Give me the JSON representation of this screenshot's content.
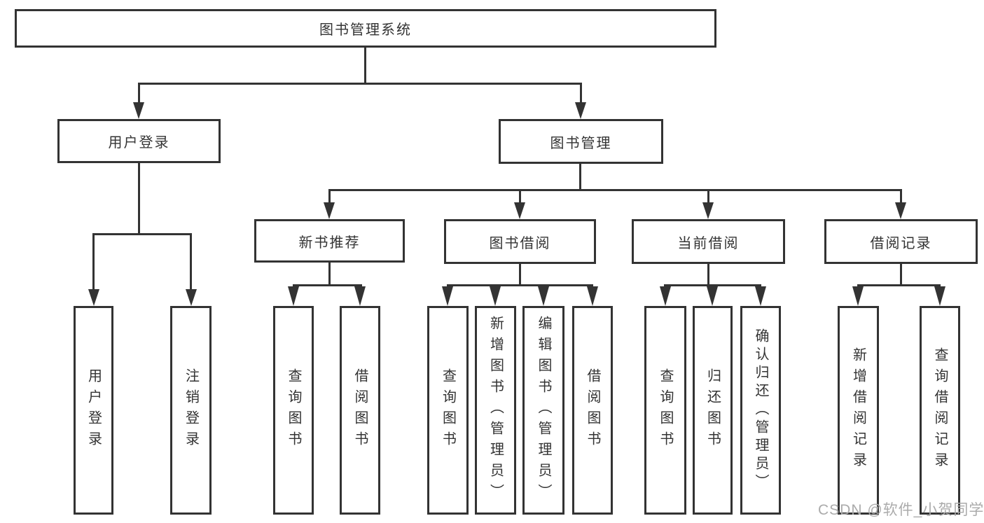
{
  "diagram_type": "hierarchy-tree",
  "palette": {
    "line": "#333333",
    "text": "#333333",
    "background": "#ffffff",
    "watermark_gray": "#ababab"
  },
  "tree": {
    "root": {
      "label": "图书管理系统"
    },
    "login": {
      "label": "用户登录",
      "children": [
        {
          "label": "用户登录"
        },
        {
          "label": "注销登录"
        }
      ]
    },
    "management": {
      "label": "图书管理",
      "sections": [
        {
          "label": "新书推荐",
          "children": [
            {
              "label": "查询图书"
            },
            {
              "label": "借阅图书"
            }
          ]
        },
        {
          "label": "图书借阅",
          "children": [
            {
              "label": "查询图书"
            },
            {
              "label": "新增图书（管理员）"
            },
            {
              "label": "编辑图书（管理员）"
            },
            {
              "label": "借阅图书"
            }
          ]
        },
        {
          "label": "当前借阅",
          "children": [
            {
              "label": "查询图书"
            },
            {
              "label": "归还图书"
            },
            {
              "label": "确认归还（管理员）"
            }
          ]
        },
        {
          "label": "借阅记录",
          "children": [
            {
              "label": "新增借阅记录"
            },
            {
              "label": "查询借阅记录"
            }
          ]
        }
      ]
    }
  },
  "watermark": "CSDN @软件_小贺同学"
}
